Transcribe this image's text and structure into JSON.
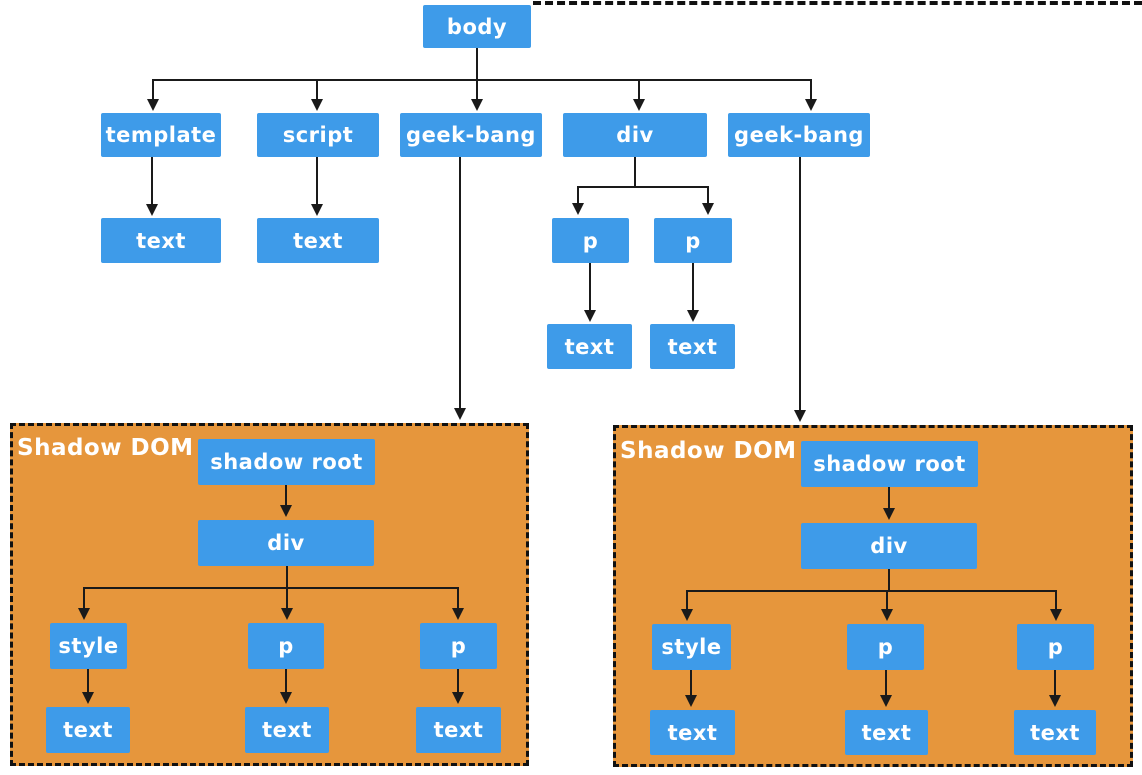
{
  "colors": {
    "node_fill": "#3e9be9",
    "shadow_fill": "#e6963c",
    "line": "#1a1a1a",
    "node_text": "#ffffff",
    "background": "#ffffff"
  },
  "tree": {
    "body": "body",
    "template": "template",
    "script": "script",
    "geek_bang_left": "geek-bang",
    "div": "div",
    "geek_bang_right": "geek-bang",
    "template_text": "text",
    "script_text": "text",
    "p_left": "p",
    "p_right": "p",
    "p_left_text": "text",
    "p_right_text": "text"
  },
  "shadow_dom_left": {
    "label": "Shadow DOM",
    "shadow_root": "shadow root",
    "div": "div",
    "style": "style",
    "p_mid": "p",
    "p_right": "p",
    "style_text": "text",
    "p_mid_text": "text",
    "p_right_text": "text"
  },
  "shadow_dom_right": {
    "label": "Shadow DOM",
    "shadow_root": "shadow root",
    "div": "div",
    "style": "style",
    "p_mid": "p",
    "p_right": "p",
    "style_text": "text",
    "p_mid_text": "text",
    "p_right_text": "text"
  }
}
